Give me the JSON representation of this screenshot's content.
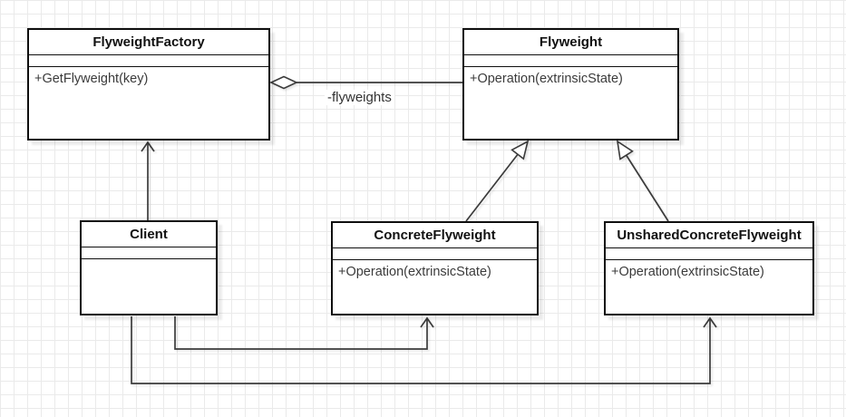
{
  "classes": [
    {
      "name": "FlyweightFactory",
      "attributes": [],
      "methods": [
        "+GetFlyweight(key)"
      ]
    },
    {
      "name": "Flyweight",
      "attributes": [],
      "methods": [
        "+Operation(extrinsicState)"
      ]
    },
    {
      "name": "Client",
      "attributes": [],
      "methods": []
    },
    {
      "name": "ConcreteFlyweight",
      "attributes": [],
      "methods": [
        "+Operation(extrinsicState)"
      ]
    },
    {
      "name": "UnsharedConcreteFlyweight",
      "attributes": [],
      "methods": [
        "+Operation(extrinsicState)"
      ]
    }
  ],
  "relationships": [
    {
      "from": "FlyweightFactory",
      "to": "Flyweight",
      "type": "aggregation",
      "label": "-flyweights"
    },
    {
      "from": "Client",
      "to": "FlyweightFactory",
      "type": "association"
    },
    {
      "from": "ConcreteFlyweight",
      "to": "Flyweight",
      "type": "generalization"
    },
    {
      "from": "UnsharedConcreteFlyweight",
      "to": "Flyweight",
      "type": "generalization"
    },
    {
      "from": "Client",
      "to": "ConcreteFlyweight",
      "type": "association"
    },
    {
      "from": "Client",
      "to": "UnsharedConcreteFlyweight",
      "type": "association"
    }
  ],
  "colors": {
    "shape_fill": "#ffffff",
    "shape_stroke": "#0f0f0f",
    "edge_stroke": "#3b3b3b",
    "grid": "#eaeaea",
    "title_text": "#111111",
    "body_text": "#3b3b3b"
  }
}
